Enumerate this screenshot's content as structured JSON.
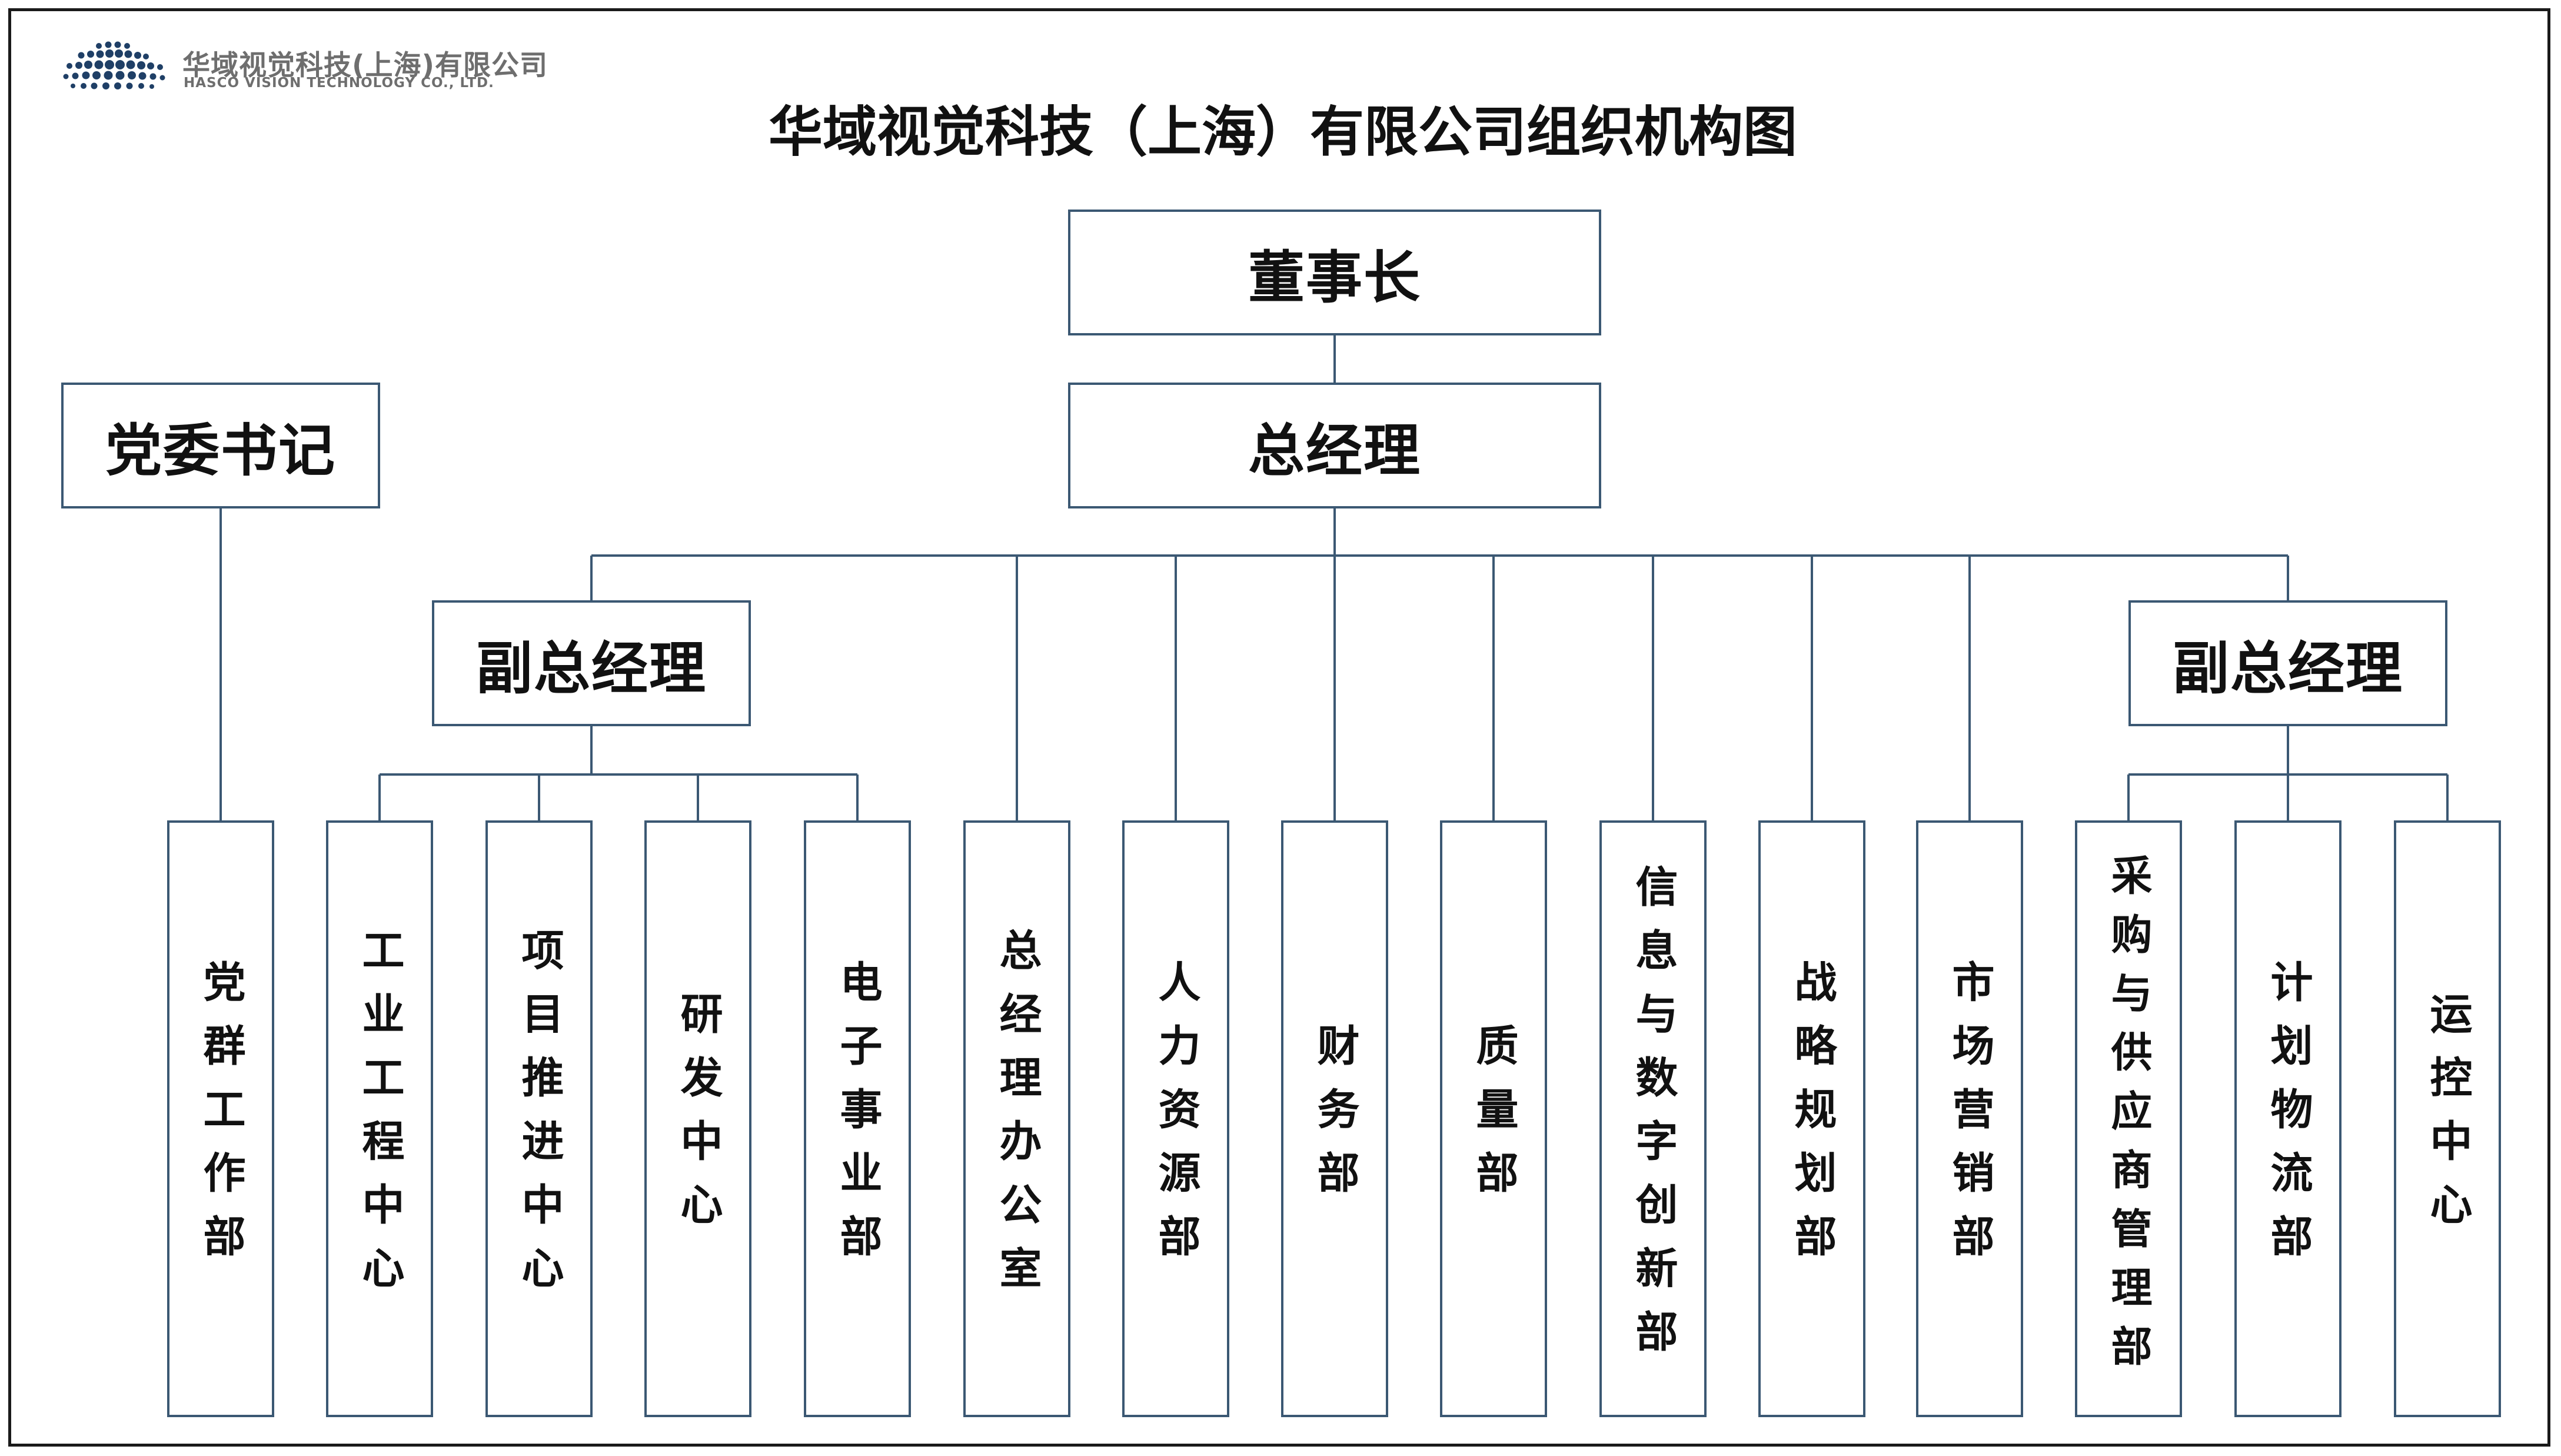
{
  "logo": {
    "name": "华域视觉科技(上海)有限公司",
    "english": "HASCO VISION TECHNOLOGY CO., LTD."
  },
  "title": "华域视觉科技（上海）有限公司组织机构图",
  "nodes": {
    "chairman": "董事长",
    "gm": "总经理",
    "party_secretary": "党委书记",
    "deputy_gm_left": "副总经理",
    "deputy_gm_right": "副总经理",
    "departments": [
      "党群工作部",
      "工业工程中心",
      "项目推进中心",
      "研发中心",
      "电子事业部",
      "总经理办公室",
      "人力资源部",
      "财务部",
      "质量部",
      "信息与数字创新部",
      "战略规划部",
      "市场营销部",
      "采购与供应商管理部",
      "计划物流部",
      "运控中心"
    ]
  },
  "colors": {
    "box_border": "#3b5873",
    "connector": "#3b5873",
    "logo_dots": "#1f3f66",
    "text": "#111111",
    "logo_text": "#6e6e6e"
  },
  "icons": {
    "logo": "globe-dots-logo"
  }
}
